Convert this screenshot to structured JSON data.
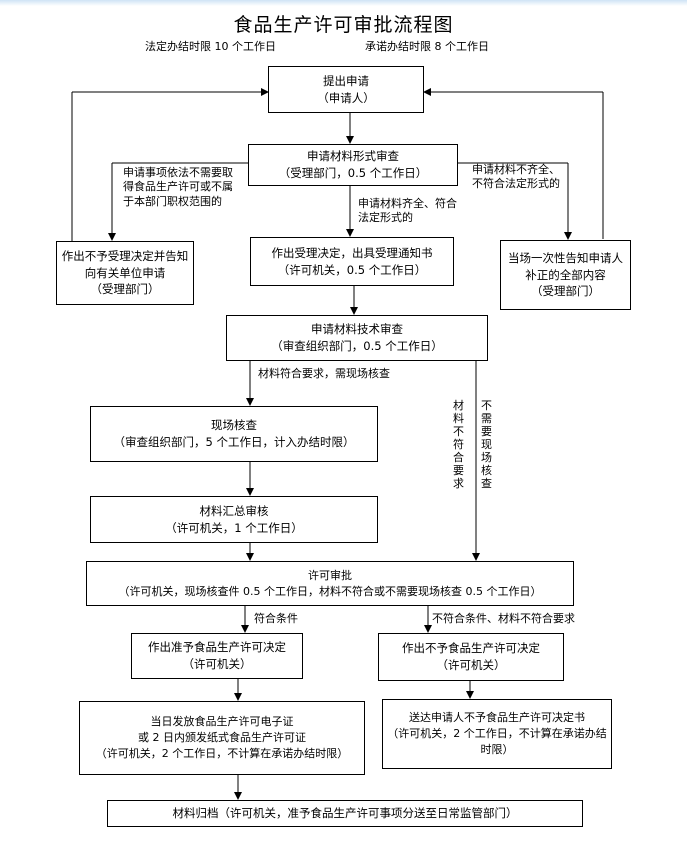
{
  "title": "食品生产许可审批流程图",
  "subtitle": {
    "legal_limit": "法定办结时限 10 个工作日",
    "promised_limit": "承诺办结时限 8 个工作日"
  },
  "nodes": {
    "apply": [
      "提出申请",
      "（申请人）"
    ],
    "formal_review": [
      "申请材料形式审查",
      "（受理部门，0.5 个工作日）"
    ],
    "reject_not_accept": [
      "作出不予受理决定并告知向有关单位申请",
      "（受理部门）"
    ],
    "accept_decision": [
      "作出受理决定，出具受理通知书",
      "（许可机关，0.5 个工作日）"
    ],
    "one_time_notice": [
      "当场一次性告知申请人补正的全部内容",
      "（受理部门）"
    ],
    "tech_review": [
      "申请材料技术审查",
      "（审查组织部门，0.5 个工作日）"
    ],
    "site_inspection": [
      "现场核查",
      "（审查组织部门，5 个工作日，计入办结时限）"
    ],
    "summary_review": [
      "材料汇总审核",
      "（许可机关，1 个工作日）"
    ],
    "approval": [
      "许可审批",
      "（许可机关，现场核查件 0.5 个工作日，材料不符合或不需要现场核查 0.5 个工作日）"
    ],
    "grant_decision": [
      "作出准予食品生产许可决定",
      "（许可机关）"
    ],
    "deny_decision": [
      "作出不予食品生产许可决定",
      "（许可机关）"
    ],
    "issue_license": [
      "当日发放食品生产许可电子证",
      "或 2 日内颁发纸式食品生产许可证",
      "（许可机关，2 个工作日，不计算在承诺办结时限）"
    ],
    "deliver_deny": [
      "送达申请人不予食品生产许可决定书",
      "（许可机关，2 个工作日，不计算在承诺办结时限）"
    ],
    "archive": [
      "材料归档（许可机关，准予食品生产许可事项分送至日常监管部门）"
    ]
  },
  "edge_labels": {
    "not_within_scope": "申请事项依法不需要取得食品生产许可或不属于本部门职权范围的",
    "complete_materials": "申请材料齐全、符合法定形式的",
    "incomplete_materials": "申请材料不齐全、不符合法定形式的",
    "meets_requirements_site": "材料符合要求，需现场核查",
    "not_meet": "材料不符合要求",
    "no_site_needed": "不需要现场核查",
    "meets_conditions": "符合条件",
    "not_meet_conditions": "不符合条件、材料不符合要求"
  }
}
